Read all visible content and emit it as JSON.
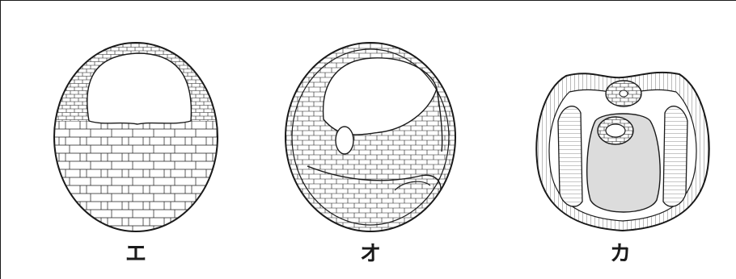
{
  "figures": [
    {
      "label": "エ"
    },
    {
      "label": "オ"
    },
    {
      "label": "カ"
    }
  ],
  "colors": {
    "line": "#1a1a1a",
    "yolk": "#dcdcdc",
    "background": "#ffffff"
  }
}
